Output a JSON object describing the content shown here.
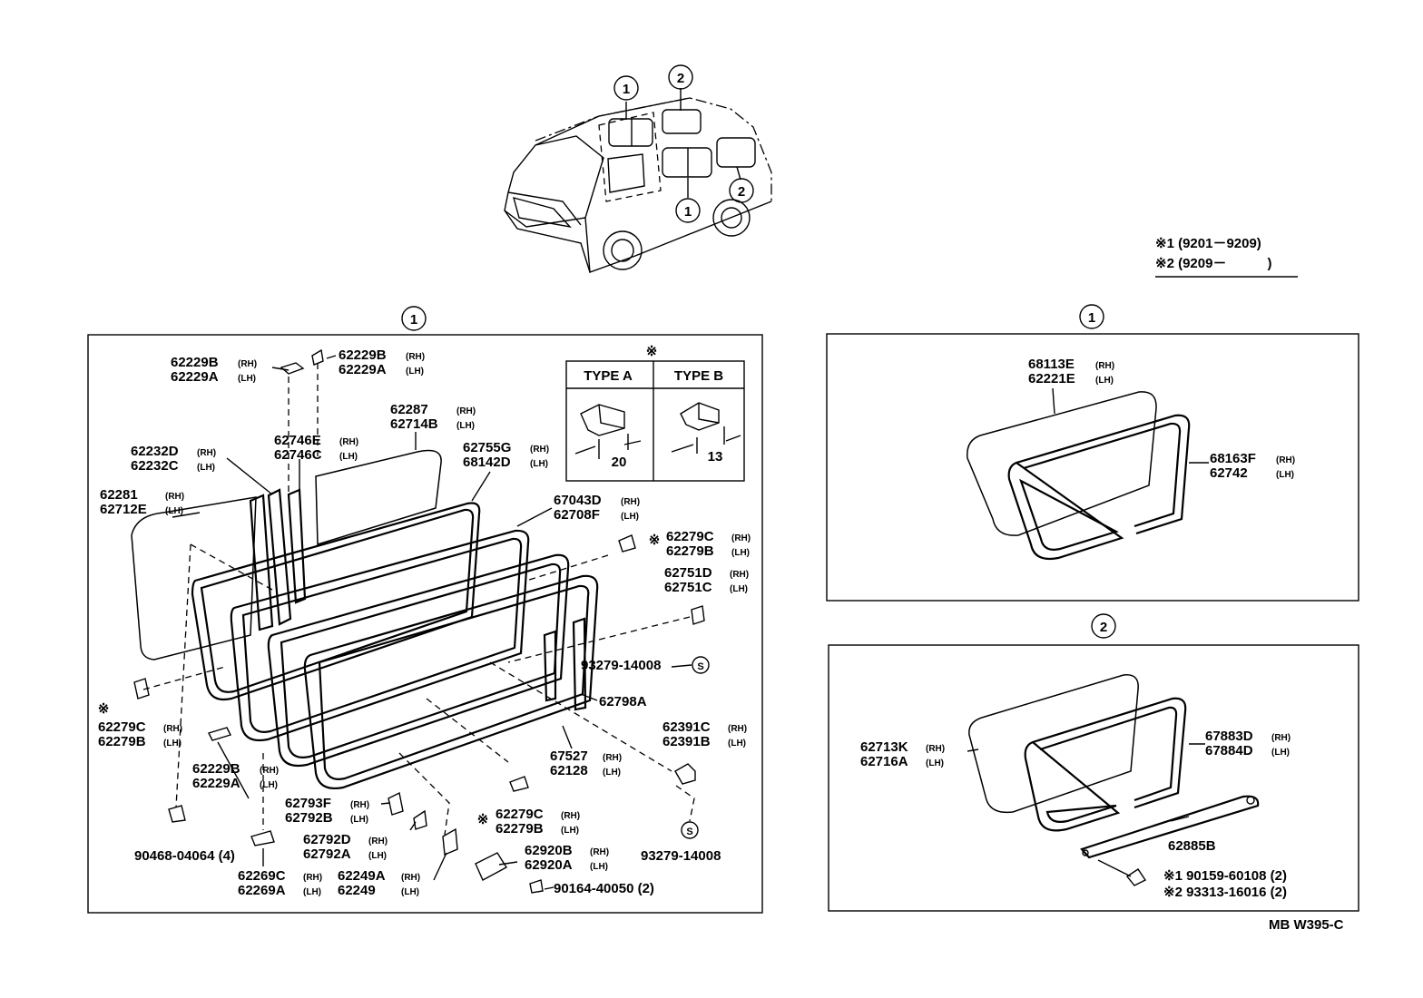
{
  "callouts": {
    "one": "1",
    "two": "2"
  },
  "asterisk": "※",
  "legend": {
    "line1": "※1 (9201－9209)",
    "line2": "※2 (9209－　　　)"
  },
  "types": {
    "type_a": "TYPE A",
    "type_b": "TYPE B",
    "dim_a": "20",
    "dim_b": "13"
  },
  "left_panel": {
    "parts": [
      {
        "rh": "62229B",
        "lh": "62229A"
      },
      {
        "rh": "62229B",
        "lh": "62229A"
      },
      {
        "rh": "62287",
        "lh": "62714B"
      },
      {
        "rh": "62746E",
        "lh": "62746C"
      },
      {
        "rh": "62232D",
        "lh": "62232C"
      },
      {
        "rh": "62755G",
        "lh": "68142D"
      },
      {
        "rh": "62281",
        "lh": "62712E"
      },
      {
        "rh": "67043D",
        "lh": "62708F"
      },
      {
        "rh": "62279C",
        "lh": "62279B"
      },
      {
        "rh": "62751D",
        "lh": "62751C"
      },
      {
        "rh": "62279C",
        "lh": "62279B"
      },
      {
        "rh": "62391C",
        "lh": "62391B"
      },
      {
        "rh": "67527",
        "lh": "62128"
      },
      {
        "rh": "62229B",
        "lh": "62229A"
      },
      {
        "rh": "62793F",
        "lh": "62792B"
      },
      {
        "rh": "62279C",
        "lh": "62279B"
      },
      {
        "rh": "62792D",
        "lh": "62792A"
      },
      {
        "rh": "62920B",
        "lh": "62920A"
      },
      {
        "rh": "62269C",
        "lh": "62269A"
      },
      {
        "rh": "62249A",
        "lh": "62249"
      }
    ],
    "single_parts": {
      "bolt_a": "93279-14008",
      "weatherstrip": "62798A",
      "bolt_b": "93279-14008",
      "clip": "90468-04064 (4)",
      "screw": "90164-40050 (2)"
    }
  },
  "right_top": {
    "glass": {
      "rh": "68113E",
      "lh": "62221E"
    },
    "frame": {
      "rh": "68163F",
      "lh": "62742"
    }
  },
  "right_bottom": {
    "glass": {
      "rh": "62713K",
      "lh": "62716A"
    },
    "frame": {
      "rh": "67883D",
      "lh": "67884D"
    },
    "stay": "62885B",
    "bolt1": "※1  90159-60108 (2)",
    "bolt2": "※2  93313-16016 (2)"
  },
  "side": {
    "rh": "(RH)",
    "lh": "(LH)"
  },
  "ref": "MB W395-C"
}
